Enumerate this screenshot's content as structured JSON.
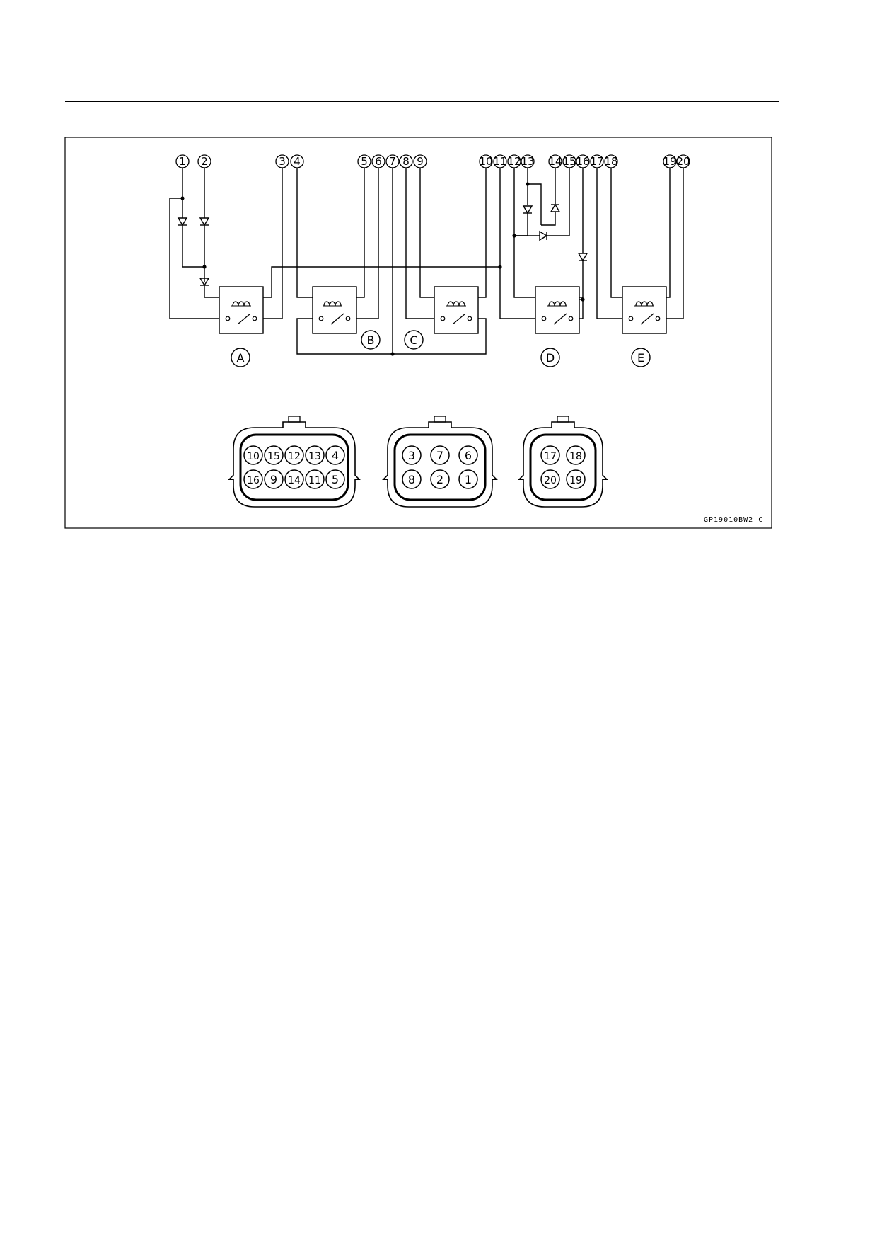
{
  "header_rules": 2,
  "figure_code": "GP19010BW2 C",
  "terminals": [
    "1",
    "2",
    "3",
    "4",
    "5",
    "6",
    "7",
    "8",
    "9",
    "10",
    "11",
    "12",
    "13",
    "14",
    "15",
    "16",
    "17",
    "18",
    "19",
    "20"
  ],
  "relays": [
    {
      "id": "A",
      "label": "A"
    },
    {
      "id": "B",
      "label": "B"
    },
    {
      "id": "C",
      "label": "C"
    },
    {
      "id": "D",
      "label": "D"
    },
    {
      "id": "E",
      "label": "E"
    }
  ],
  "connectors": [
    {
      "name": "connector-10-pin",
      "rows": [
        [
          "10",
          "15",
          "12",
          "13",
          "4"
        ],
        [
          "16",
          "9",
          "14",
          "11",
          "5"
        ]
      ]
    },
    {
      "name": "connector-6-pin",
      "rows": [
        [
          "3",
          "7",
          "6"
        ],
        [
          "8",
          "2",
          "1"
        ]
      ]
    },
    {
      "name": "connector-4-pin",
      "rows": [
        [
          "17",
          "18"
        ],
        [
          "20",
          "19"
        ]
      ]
    }
  ],
  "colors": {
    "line": "#000000",
    "background": "#ffffff"
  }
}
